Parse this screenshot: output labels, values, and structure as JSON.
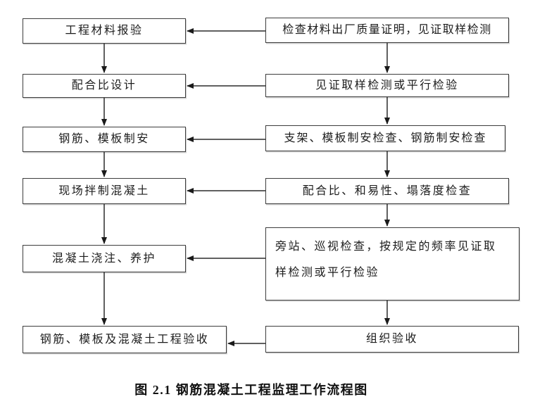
{
  "flow": {
    "rows": [
      {
        "left": "工程材料报验",
        "right": "检查材料出厂质量证明，见证取样检测"
      },
      {
        "left": "配合比设计",
        "right": "见证取样检测或平行检验"
      },
      {
        "left": "钢筋、模板制安",
        "right": "支架、模板制安检查、钢筋制安检查"
      },
      {
        "left": "现场拌制混凝土",
        "right": "配合比、和易性、塌落度检查"
      },
      {
        "left": "混凝土浇注、养护",
        "right": "旁站、巡视检查，按规定的频率见证取样检测或平行检验"
      },
      {
        "left": "钢筋、模板及混凝土工程验收",
        "right": "组织验收"
      }
    ],
    "caption": "图 2.1  钢筋混凝土工程监理工作流程图",
    "colors": {
      "background": "#ffffff",
      "box_border": "#3d3d3d",
      "arrow": "#2b2b2b",
      "text": "#1c1c1c"
    }
  }
}
